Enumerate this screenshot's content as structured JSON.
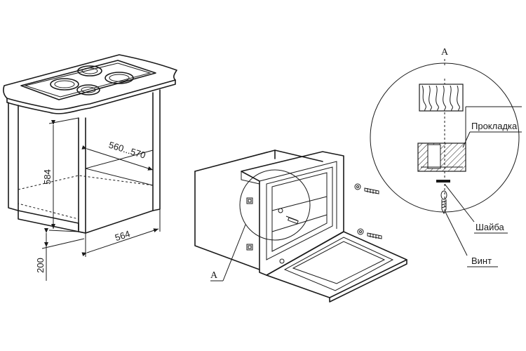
{
  "dimensions": {
    "height_niche": "584",
    "depth_niche": "560...570",
    "width_niche": "564",
    "floor_height": "200"
  },
  "callouts": {
    "detail_ref": "A",
    "detail_title": "A",
    "gasket": "Прокладка",
    "washer": "Шайба",
    "screw": "Винт"
  },
  "colors": {
    "line": "#1a1a1a",
    "background": "#ffffff"
  }
}
